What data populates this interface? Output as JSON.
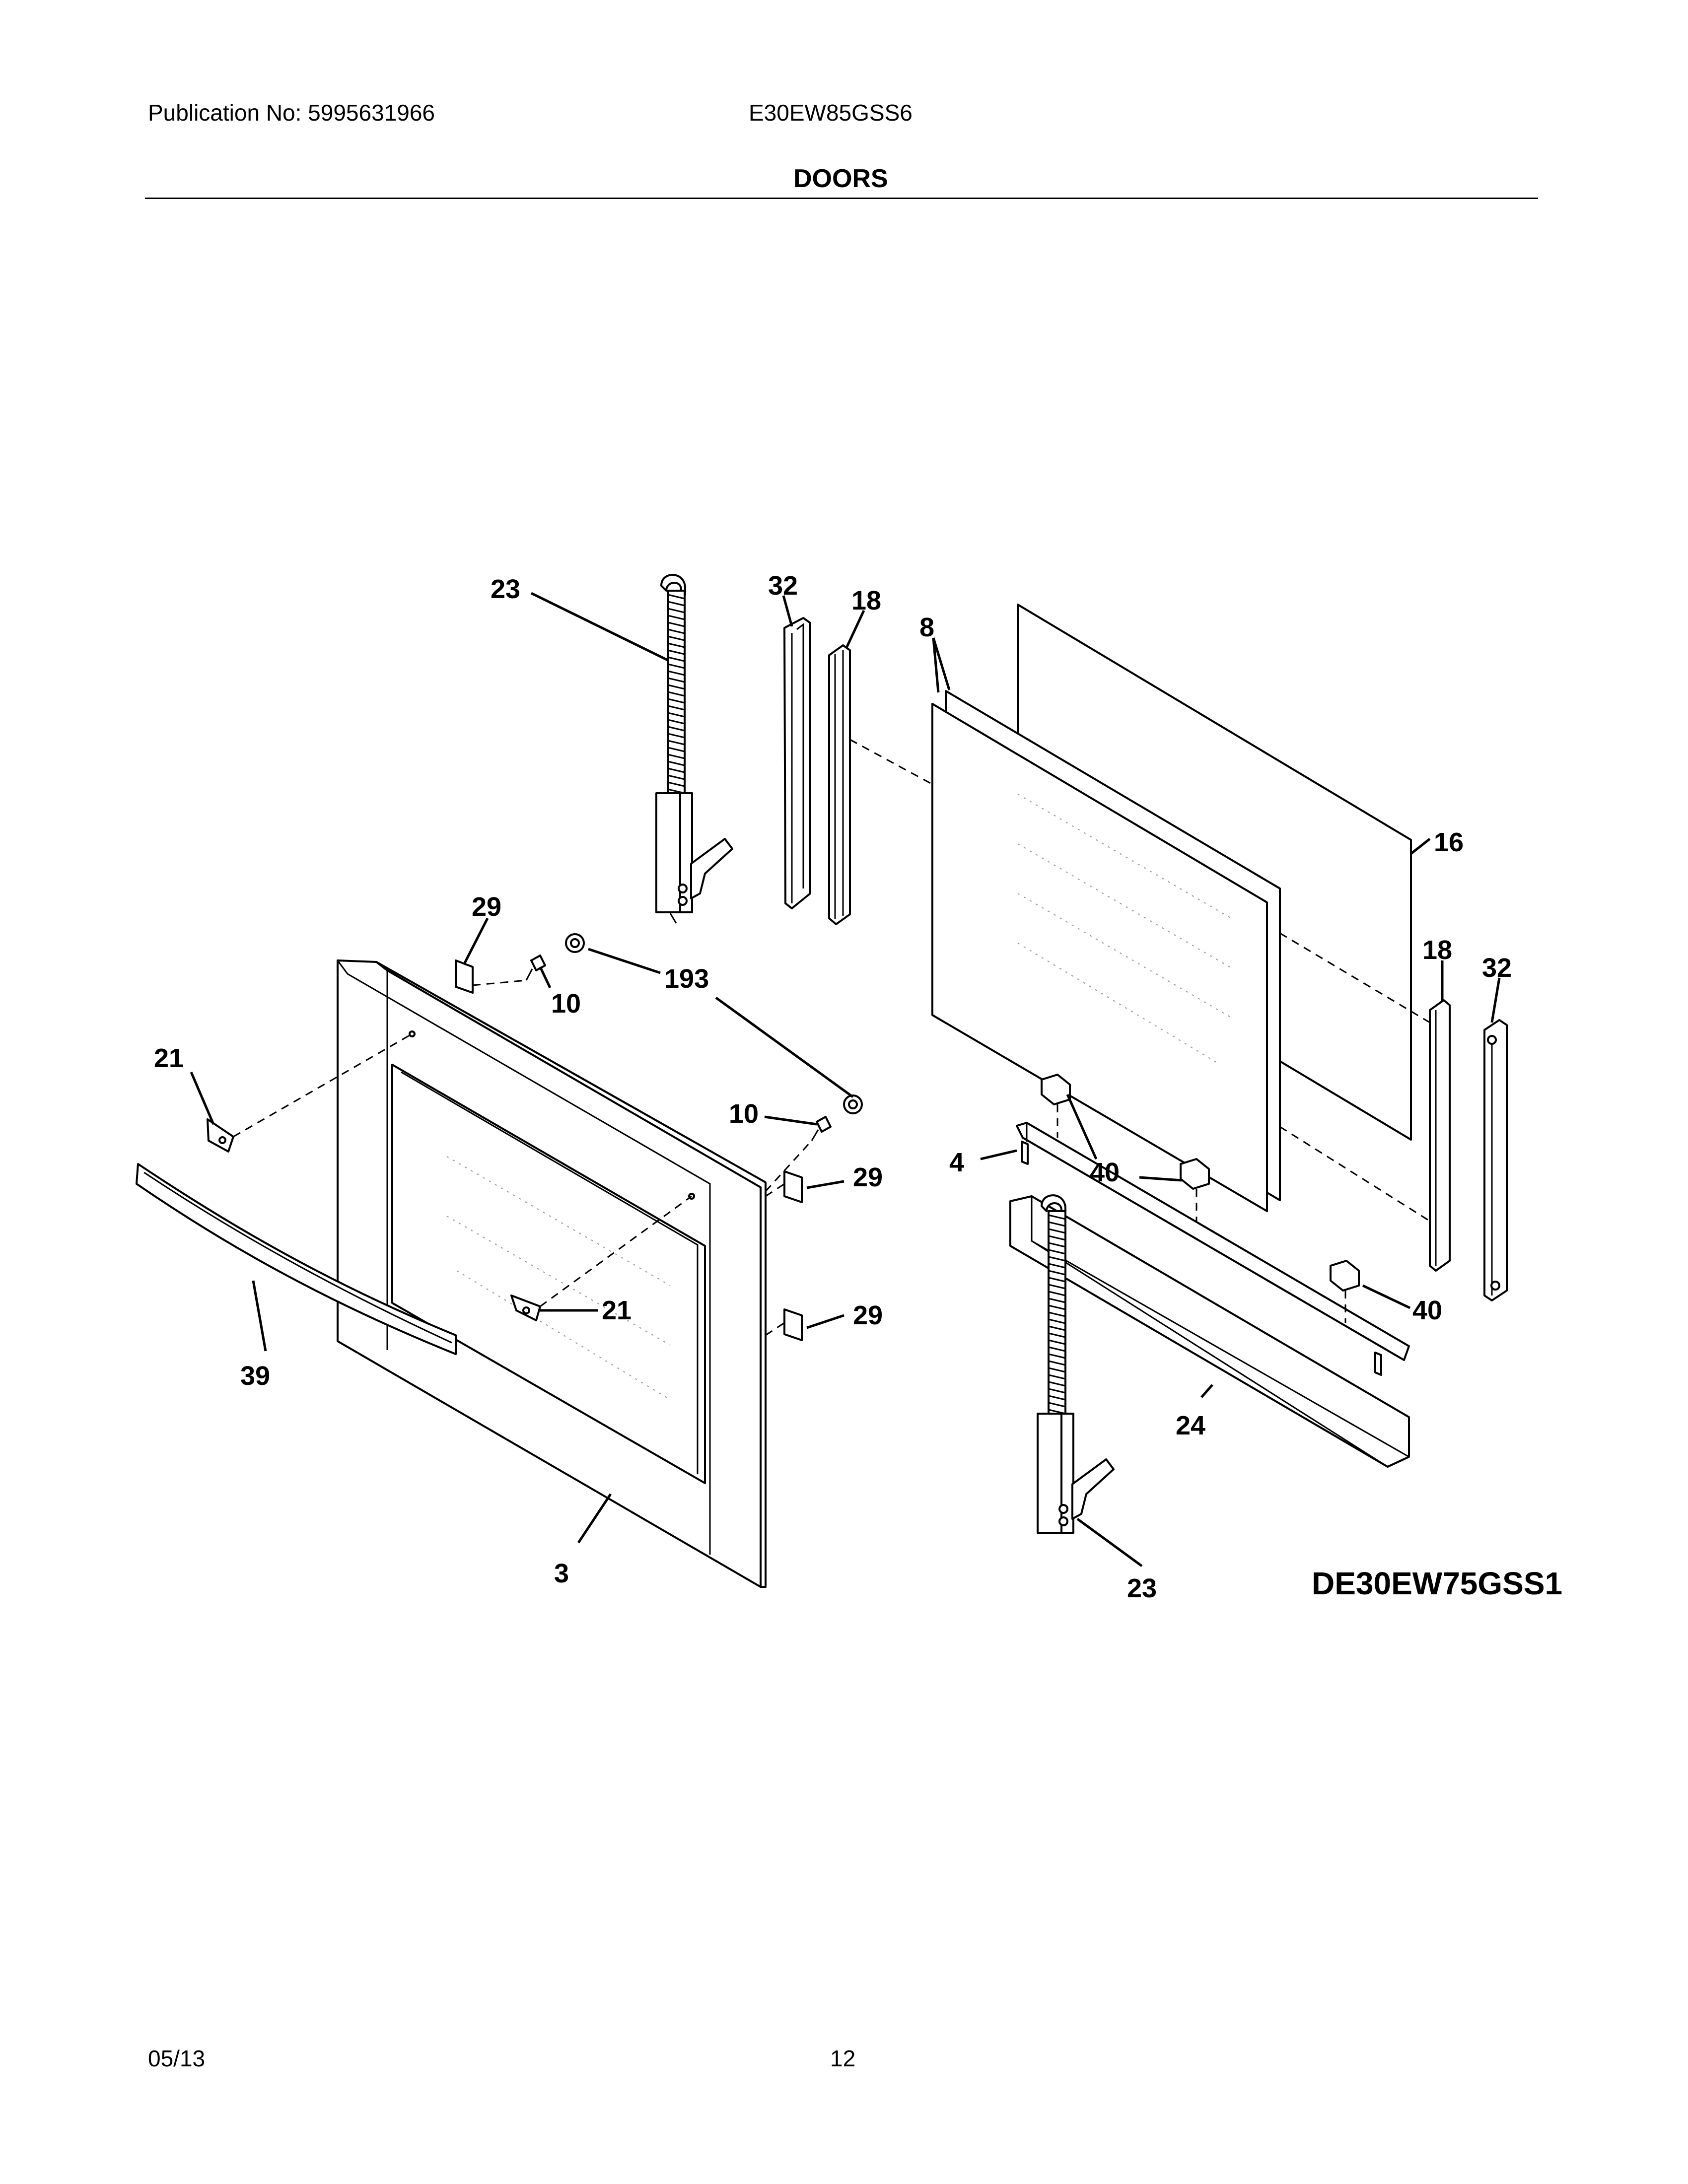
{
  "header": {
    "publication": "Publication No: 5995631966",
    "model": "E30EW85GSS6",
    "section_title": "DOORS"
  },
  "diagram": {
    "model_code": "DE30EW75GSS1",
    "callouts": {
      "c23_top": "23",
      "c32_left": "32",
      "c18_left": "18",
      "c8": "8",
      "c16": "16",
      "c18_right": "18",
      "c32_right": "32",
      "c29_top": "29",
      "c193": "193",
      "c10_top": "10",
      "c21_left": "21",
      "c10_mid": "10",
      "c29_mid": "29",
      "c4": "4",
      "c40_a": "40",
      "c40_b": "40",
      "c21_mid": "21",
      "c29_low": "29",
      "c39": "39",
      "c24": "24",
      "c3": "3",
      "c23_bottom": "23"
    }
  },
  "footer": {
    "date": "05/13",
    "page": "12"
  }
}
